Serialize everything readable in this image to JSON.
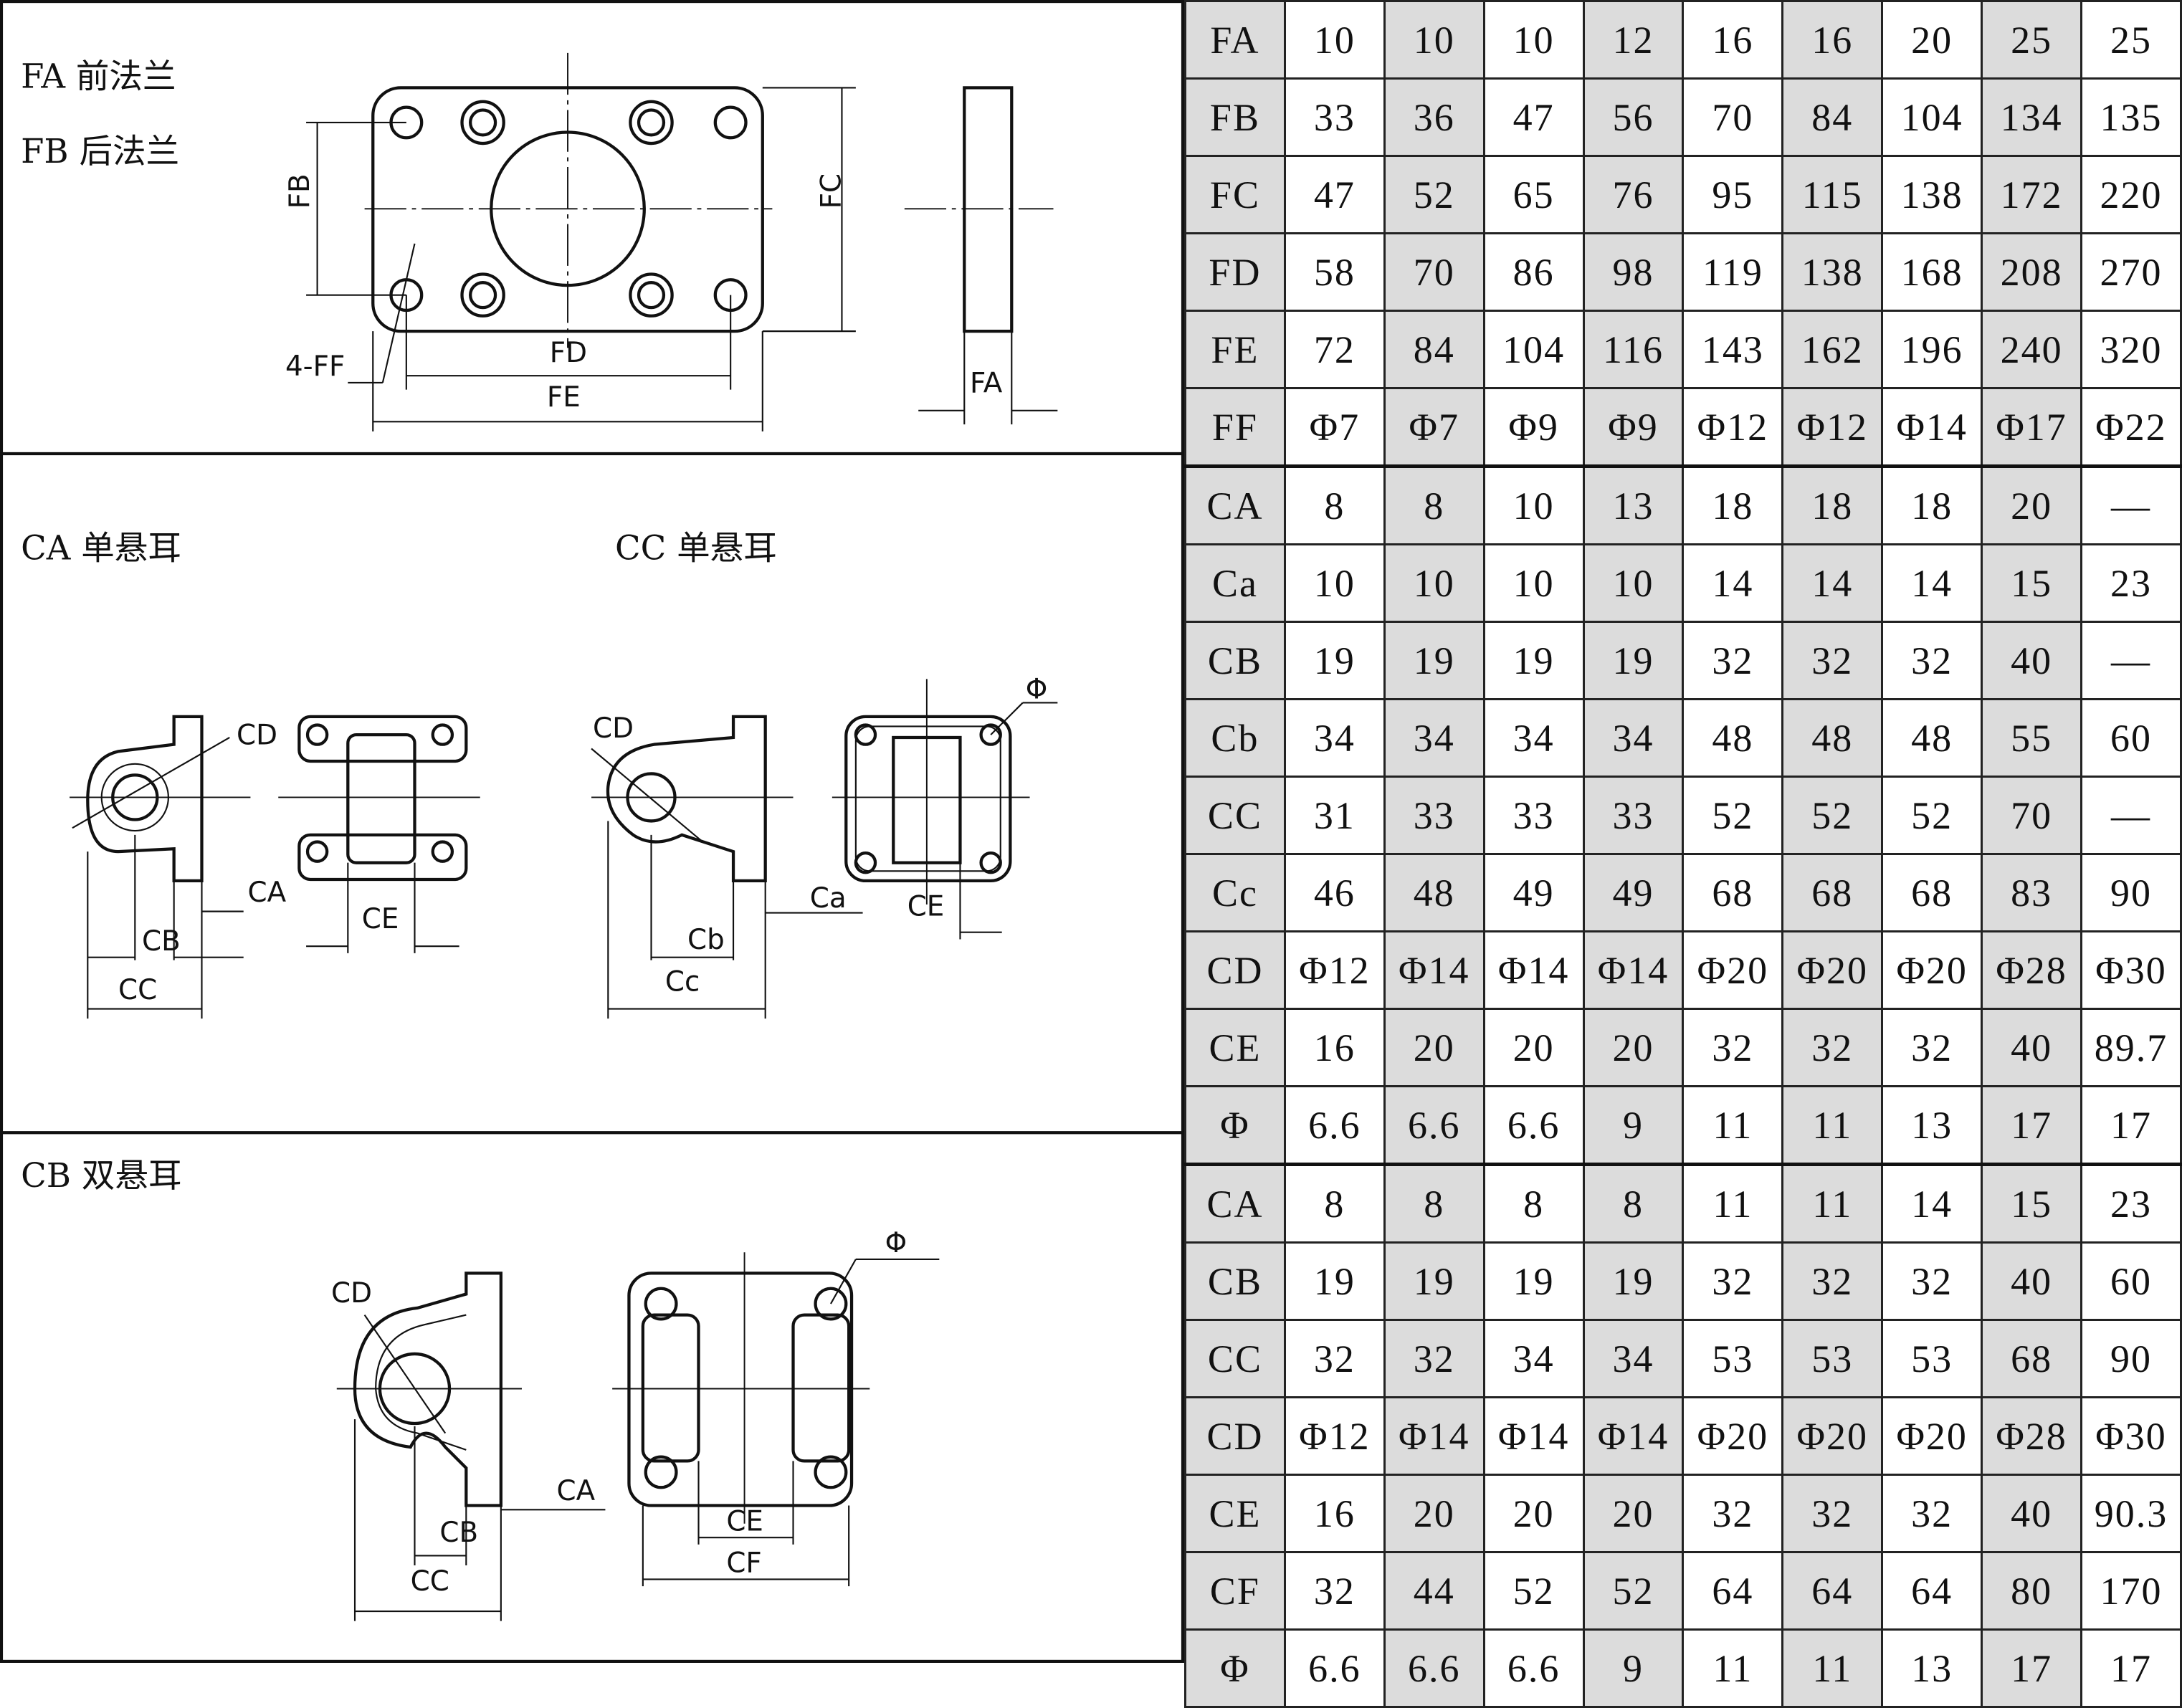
{
  "sections": {
    "flange": {
      "titles": [
        "FA 前法兰",
        "FB 后法兰"
      ],
      "labels": {
        "fb": "FB",
        "fc": "FC",
        "fd": "FD",
        "fe": "FE",
        "ff": "4-FF",
        "fa": "FA"
      }
    },
    "single_ear": {
      "title_ca": "CA 单悬耳",
      "title_cc": "CC 单悬耳",
      "labels_a": {
        "cd": "CD",
        "ca": "CA",
        "cb": "CB",
        "cc": "CC",
        "ce": "CE"
      },
      "labels_c": {
        "cd": "CD",
        "ca": "Ca",
        "cb": "Cb",
        "cc": "Cc",
        "ce": "CE",
        "phi": "Φ"
      }
    },
    "double_ear": {
      "title": "CB 双悬耳",
      "labels": {
        "cd": "CD",
        "ca": "CA",
        "cb": "CB",
        "cc": "CC",
        "ce": "CE",
        "cf": "CF",
        "phi": "Φ"
      }
    }
  },
  "table": {
    "rows": [
      {
        "label": "FA",
        "values": [
          "10",
          "10",
          "10",
          "12",
          "16",
          "16",
          "20",
          "25",
          "25"
        ]
      },
      {
        "label": "FB",
        "values": [
          "33",
          "36",
          "47",
          "56",
          "70",
          "84",
          "104",
          "134",
          "135"
        ]
      },
      {
        "label": "FC",
        "values": [
          "47",
          "52",
          "65",
          "76",
          "95",
          "115",
          "138",
          "172",
          "220"
        ]
      },
      {
        "label": "FD",
        "values": [
          "58",
          "70",
          "86",
          "98",
          "119",
          "138",
          "168",
          "208",
          "270"
        ]
      },
      {
        "label": "FE",
        "values": [
          "72",
          "84",
          "104",
          "116",
          "143",
          "162",
          "196",
          "240",
          "320"
        ]
      },
      {
        "label": "FF",
        "values": [
          "Φ7",
          "Φ7",
          "Φ9",
          "Φ9",
          "Φ12",
          "Φ12",
          "Φ14",
          "Φ17",
          "Φ22"
        ]
      },
      {
        "label": "CA",
        "values": [
          "8",
          "8",
          "10",
          "13",
          "18",
          "18",
          "18",
          "20",
          "—"
        ]
      },
      {
        "label": "Ca",
        "values": [
          "10",
          "10",
          "10",
          "10",
          "14",
          "14",
          "14",
          "15",
          "23"
        ]
      },
      {
        "label": "CB",
        "values": [
          "19",
          "19",
          "19",
          "19",
          "32",
          "32",
          "32",
          "40",
          "—"
        ]
      },
      {
        "label": "Cb",
        "values": [
          "34",
          "34",
          "34",
          "34",
          "48",
          "48",
          "48",
          "55",
          "60"
        ]
      },
      {
        "label": "CC",
        "values": [
          "31",
          "33",
          "33",
          "33",
          "52",
          "52",
          "52",
          "70",
          "—"
        ]
      },
      {
        "label": "Cc",
        "values": [
          "46",
          "48",
          "49",
          "49",
          "68",
          "68",
          "68",
          "83",
          "90"
        ]
      },
      {
        "label": "CD",
        "values": [
          "Φ12",
          "Φ14",
          "Φ14",
          "Φ14",
          "Φ20",
          "Φ20",
          "Φ20",
          "Φ28",
          "Φ30"
        ]
      },
      {
        "label": "CE",
        "values": [
          "16",
          "20",
          "20",
          "20",
          "32",
          "32",
          "32",
          "40",
          "89.7"
        ]
      },
      {
        "label": "Φ",
        "values": [
          "6.6",
          "6.6",
          "6.6",
          "9",
          "11",
          "11",
          "13",
          "17",
          "17"
        ]
      },
      {
        "label": "CA",
        "values": [
          "8",
          "8",
          "8",
          "8",
          "11",
          "11",
          "14",
          "15",
          "23"
        ]
      },
      {
        "label": "CB",
        "values": [
          "19",
          "19",
          "19",
          "19",
          "32",
          "32",
          "32",
          "40",
          "60"
        ]
      },
      {
        "label": "CC",
        "values": [
          "32",
          "32",
          "34",
          "34",
          "53",
          "53",
          "53",
          "68",
          "90"
        ]
      },
      {
        "label": "CD",
        "values": [
          "Φ12",
          "Φ14",
          "Φ14",
          "Φ14",
          "Φ20",
          "Φ20",
          "Φ20",
          "Φ28",
          "Φ30"
        ]
      },
      {
        "label": "CE",
        "values": [
          "16",
          "20",
          "20",
          "20",
          "32",
          "32",
          "32",
          "40",
          "90.3"
        ]
      },
      {
        "label": "CF",
        "values": [
          "32",
          "44",
          "52",
          "52",
          "64",
          "64",
          "64",
          "80",
          "170"
        ]
      },
      {
        "label": "Φ",
        "values": [
          "6.6",
          "6.6",
          "6.6",
          "9",
          "11",
          "11",
          "13",
          "17",
          "17"
        ]
      }
    ]
  },
  "colors": {
    "shade": "#dcdcdc",
    "line": "#111111"
  }
}
